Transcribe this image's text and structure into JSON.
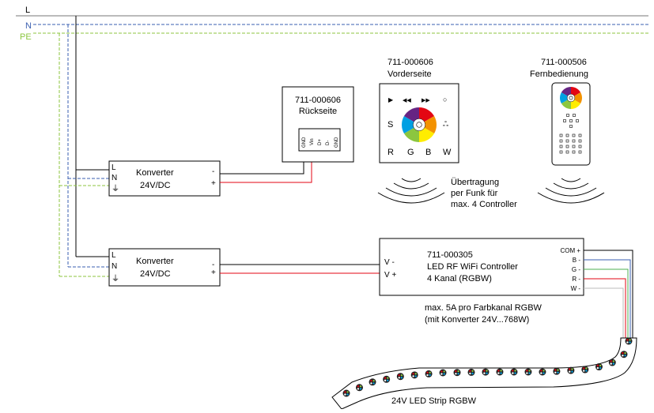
{
  "bus": {
    "L": "L",
    "N": "N",
    "PE": "PE"
  },
  "colors": {
    "line": "#000000",
    "neutral": "#3a5fb0",
    "pe": "#8cc63f",
    "plus": "#e30613",
    "grey": "#666666",
    "wire_b": "#3a5fb0",
    "wire_g": "#4caf50",
    "wire_r": "#e30613",
    "wire_w": "#bbbbbb",
    "strip_fill": "#ffffff"
  },
  "converter1": {
    "terminals": [
      "L",
      "N",
      "⏚"
    ],
    "name1": "Konverter",
    "name2": "24V/DC",
    "out_minus": "-",
    "out_plus": "+"
  },
  "converter2": {
    "terminals": [
      "L",
      "N",
      "⏚"
    ],
    "name1": "Konverter",
    "name2": "24V/DC",
    "out_minus": "-",
    "out_plus": "+"
  },
  "rear_panel": {
    "id": "711-000606",
    "label": "Rückseite",
    "pins": [
      "GND",
      "Vin",
      "D+",
      "D-",
      "GND"
    ]
  },
  "front_panel": {
    "id": "711-000606",
    "label": "Vorderseite",
    "button_play": "▶",
    "button_rew": "◀◀",
    "button_ff": "▶▶",
    "button_o": "○",
    "button_s": "S",
    "button_mode": "ஃ",
    "letters": [
      "R",
      "G",
      "B",
      "W"
    ]
  },
  "remote": {
    "id": "711-000506",
    "label": "Fernbedienung"
  },
  "transmission": {
    "line1": "Übertragung",
    "line2": "per Funk für",
    "line3": "max. 4 Controller"
  },
  "controller": {
    "id": "711-000305",
    "name1": "LED RF WiFi Controller",
    "name2": "4 Kanal (RGBW)",
    "in_minus": "V -",
    "in_plus": "V +",
    "outputs": [
      "COM +",
      "B -",
      "G -",
      "R -",
      "W -"
    ]
  },
  "notes": {
    "line1": "max. 5A pro Farbkanal RGBW",
    "line2": "(mit Konverter 24V...768W)"
  },
  "strip": {
    "label": "24V LED Strip RGBW",
    "led_count": 22
  }
}
